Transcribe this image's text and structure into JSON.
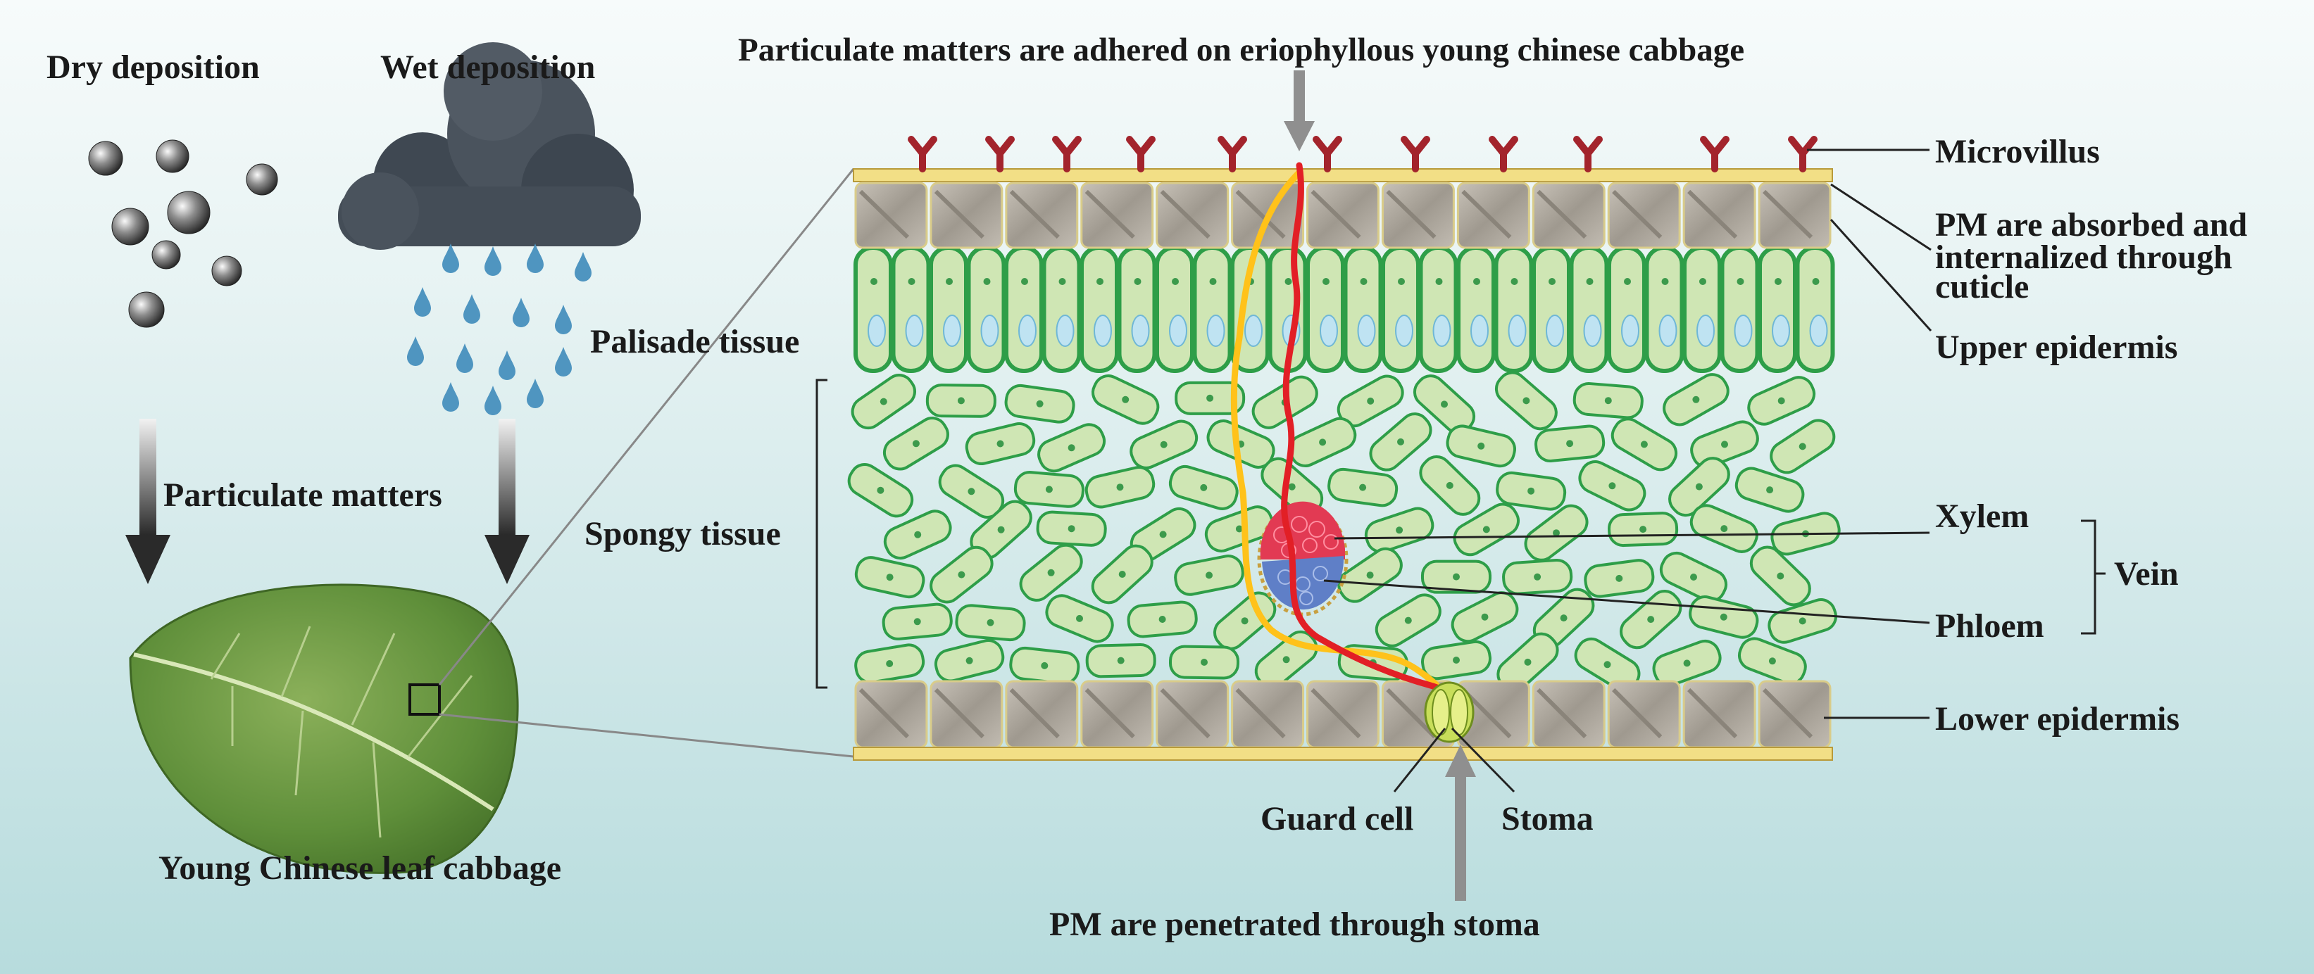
{
  "labels": {
    "dry_deposition": "Dry deposition",
    "wet_deposition": "Wet deposition",
    "top_caption": "Particulate matters are adhered on eriophyllous young chinese cabbage",
    "particulate_matters": "Particulate matters",
    "leaf_caption": "Young Chinese leaf cabbage",
    "palisade": "Palisade tissue",
    "spongy": "Spongy tissue",
    "microvillus": "Microvillus",
    "pm_absorbed_line1": "PM are absorbed and",
    "pm_absorbed_line2": "internalized through",
    "pm_absorbed_line3": "cuticle",
    "upper_epidermis": "Upper epidermis",
    "xylem": "Xylem",
    "phloem": "Phloem",
    "vein": "Vein",
    "lower_epidermis": "Lower epidermis",
    "guard_cell": "Guard cell",
    "stoma": "Stoma",
    "bottom_caption": "PM are penetrated through stoma"
  },
  "colors": {
    "cell_fill": "#cfe6b4",
    "cell_stroke": "#2e9e48",
    "nucleus": "#3c9a4c",
    "vacuole": "#bfe3f2",
    "epidermis_cell": "#a9a39a",
    "cuticle": "#f2df86",
    "microvillus": "#a3242c",
    "xylem": "#e23a53",
    "phloem": "#5f7fc7",
    "path_red": "#e21f26",
    "path_yellow": "#ffc21a",
    "cloud": "#454e58",
    "raindrop": "#4f95c0",
    "particle": "#6e6e6e"
  }
}
